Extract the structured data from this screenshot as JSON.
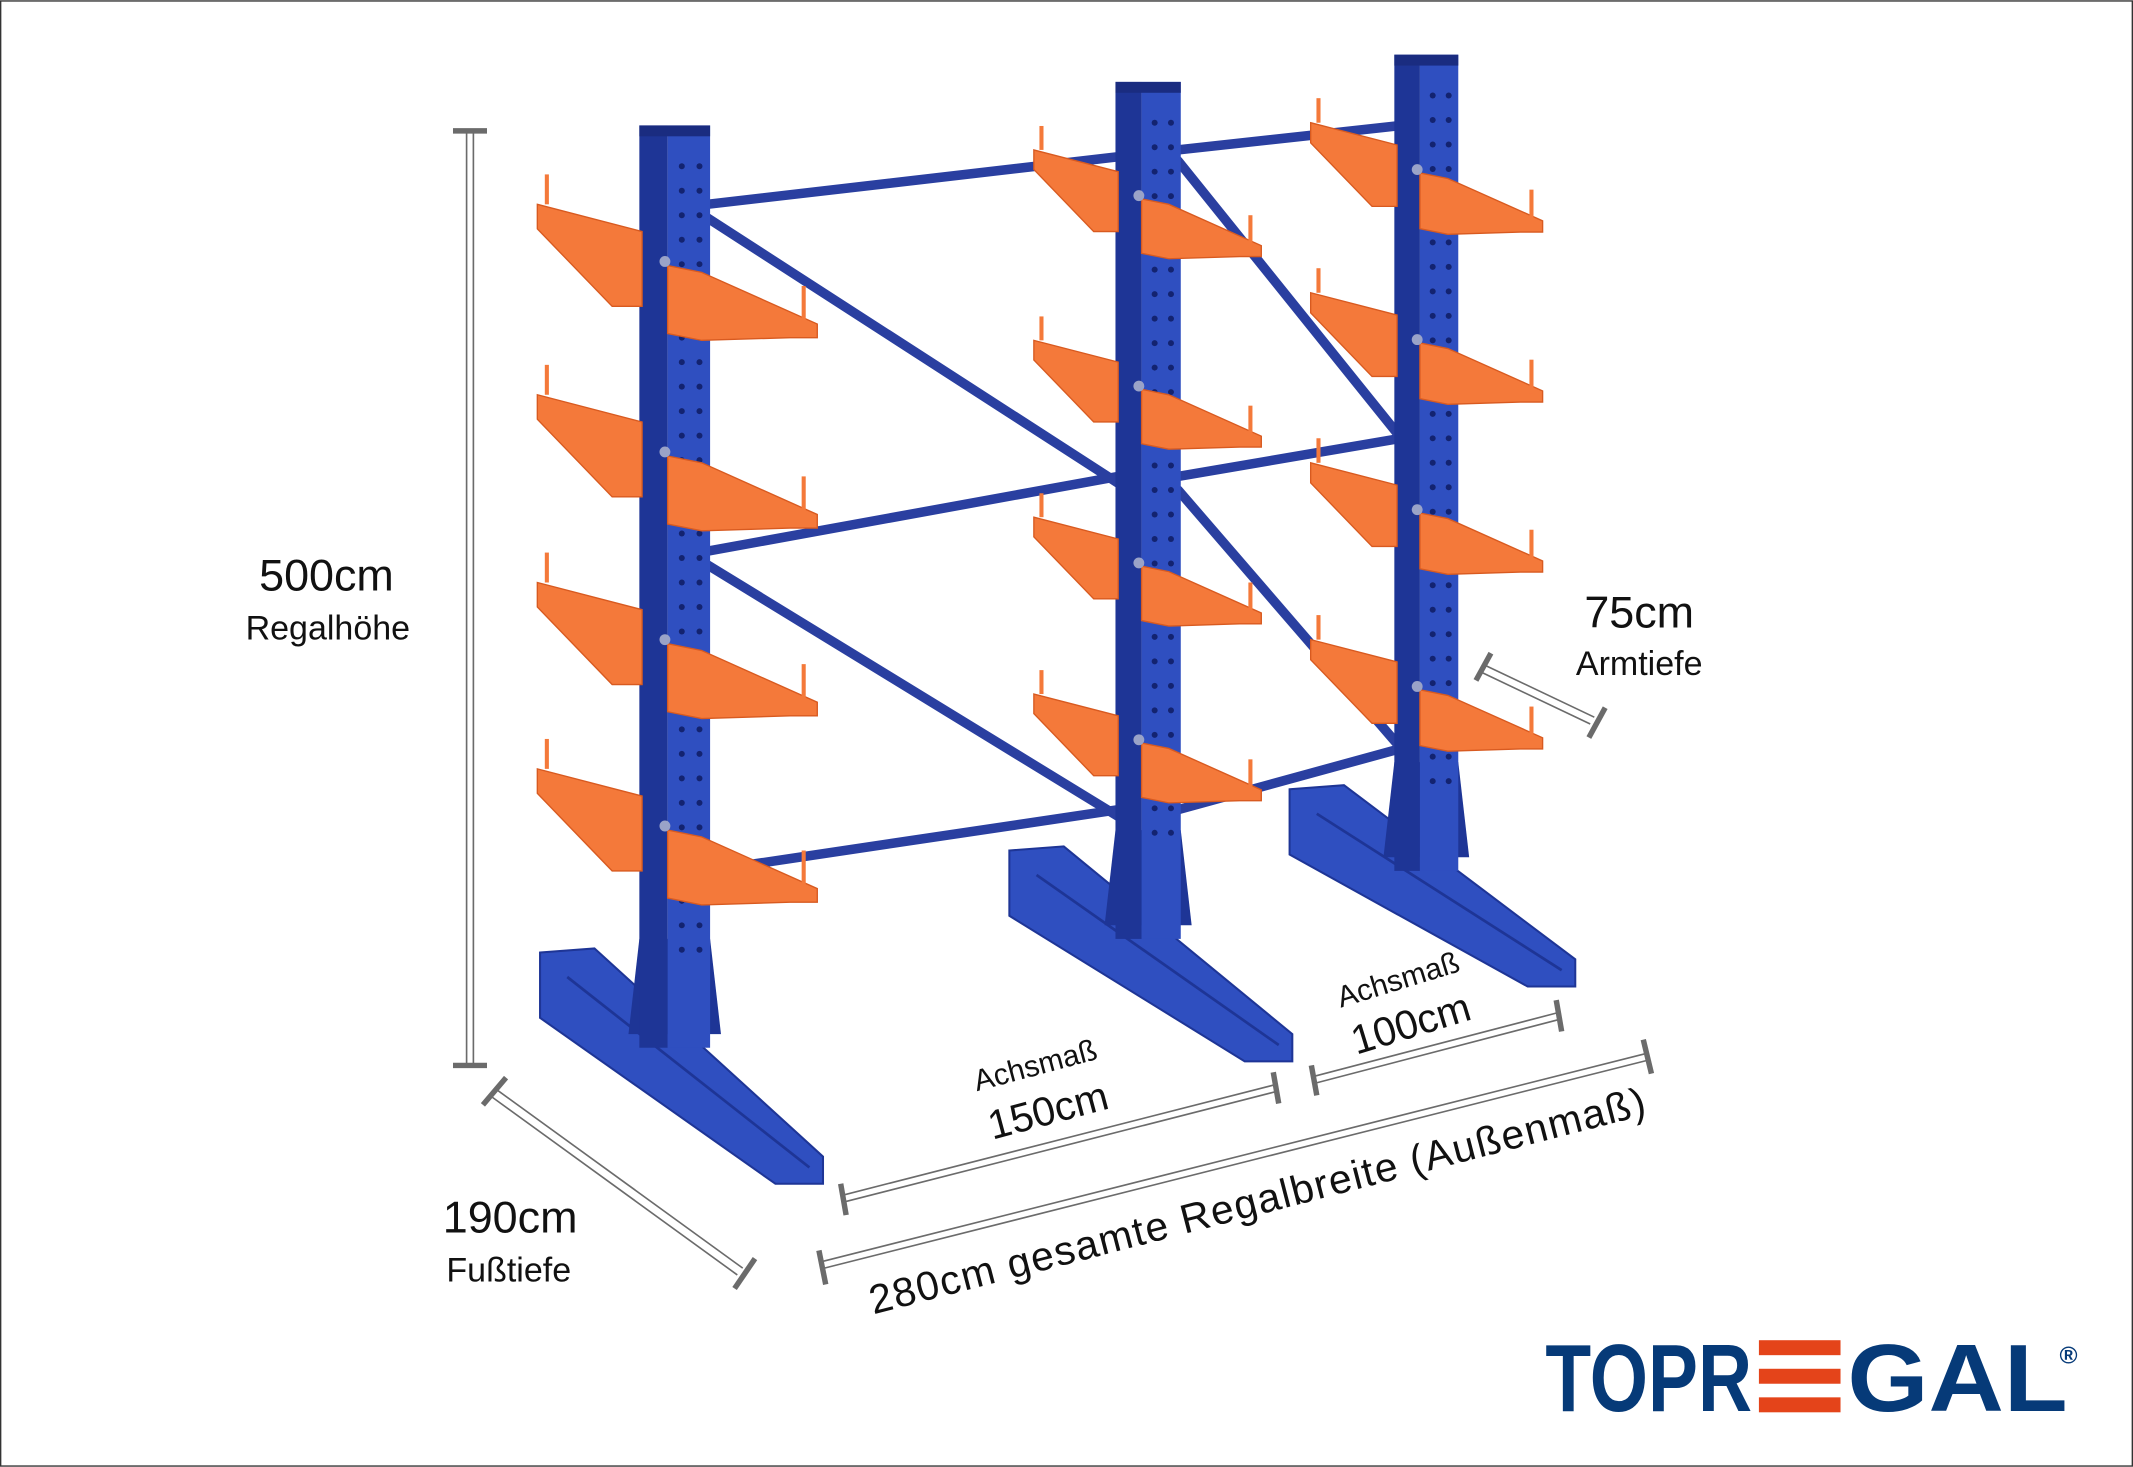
{
  "colors": {
    "upright": "#2f4fc0",
    "upright_dark": "#1e3596",
    "arm": "#f4793a",
    "arm_dark": "#d85a20",
    "brace": "#2a3fa0",
    "dimension": "#6b6b6b",
    "logo_blue": "#063a78",
    "logo_red": "#e4441a"
  },
  "dimensions": {
    "height": {
      "value": "500cm",
      "label": "Regalhöhe"
    },
    "foot_depth": {
      "value": "190cm",
      "label": "Fußtiefe"
    },
    "arm_depth": {
      "value": "75cm",
      "label": "Armtiefe"
    },
    "axis_1": {
      "label": "Achsmaß",
      "value": "150cm"
    },
    "axis_2": {
      "label": "Achsmaß",
      "value": "100cm"
    },
    "total_width": "280cm gesamte Regalbreite  (Außenmaß)"
  },
  "logo": {
    "text": "TOPREGAL®",
    "part1": "TOPR",
    "part2": "GAL",
    "registered": "®"
  }
}
